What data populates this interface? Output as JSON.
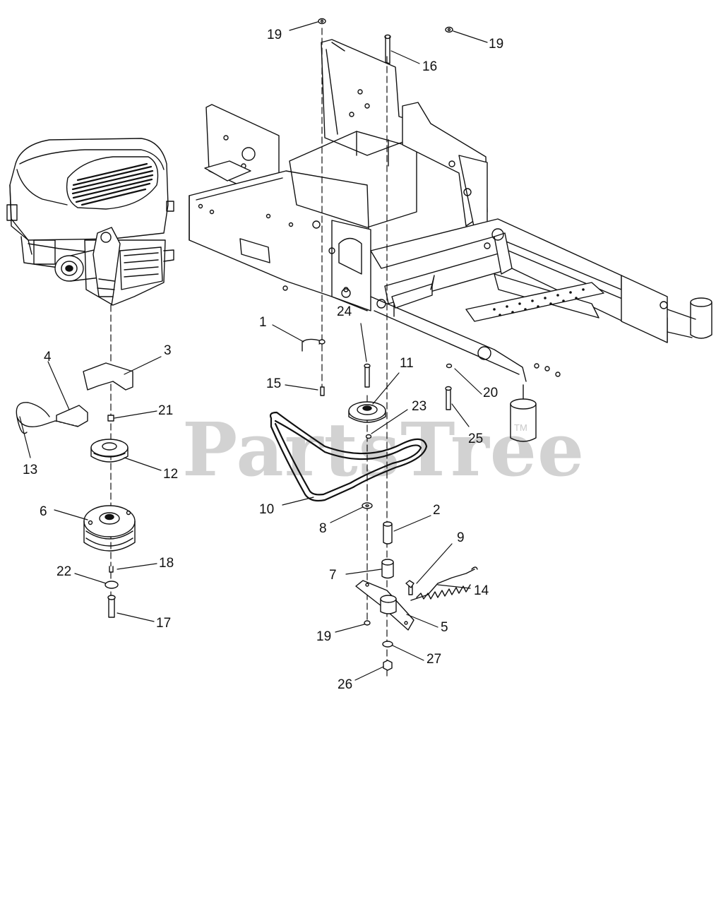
{
  "watermark": {
    "text": "PartsTree",
    "trademark": "TM"
  },
  "callouts": {
    "c1": "1",
    "c2": "2",
    "c3": "3",
    "c4": "4",
    "c5": "5",
    "c6": "6",
    "c7": "7",
    "c8": "8",
    "c9": "9",
    "c10": "10",
    "c11": "11",
    "c12": "12",
    "c13": "13",
    "c14": "14",
    "c15": "15",
    "c16": "16",
    "c17": "17",
    "c18": "18",
    "c19a": "19",
    "c19b": "19",
    "c19c": "19",
    "c20": "20",
    "c21": "21",
    "c22": "22",
    "c23": "23",
    "c24": "24",
    "c25": "25",
    "c26": "26",
    "c27": "27"
  },
  "colors": {
    "line": "#111111",
    "watermark": "#d2d2d2",
    "background": "#ffffff"
  }
}
